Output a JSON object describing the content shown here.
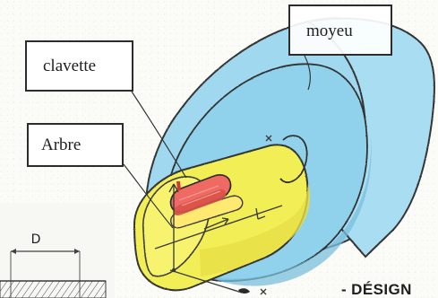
{
  "labels": {
    "moyeu": "moyeu",
    "clavette": "clavette",
    "arbre": "Arbre"
  },
  "fragment": {
    "dimension_label": "D",
    "heading_partial": "- DÉSIGN"
  },
  "colors": {
    "hub_fill": "#9fd8ef",
    "hub_shadow": "#86c8e4",
    "shaft_fill": "#f2ef57",
    "shaft_shadow": "#e5df42",
    "key_fill": "#ef6a63",
    "key_shadow": "#d85249",
    "outline": "#2f2f2f",
    "drawing_ink": "#363636"
  },
  "icons": {
    "axis_marker": "axis-marker-icon",
    "torque_symbol": "torque-symbol-icon"
  }
}
